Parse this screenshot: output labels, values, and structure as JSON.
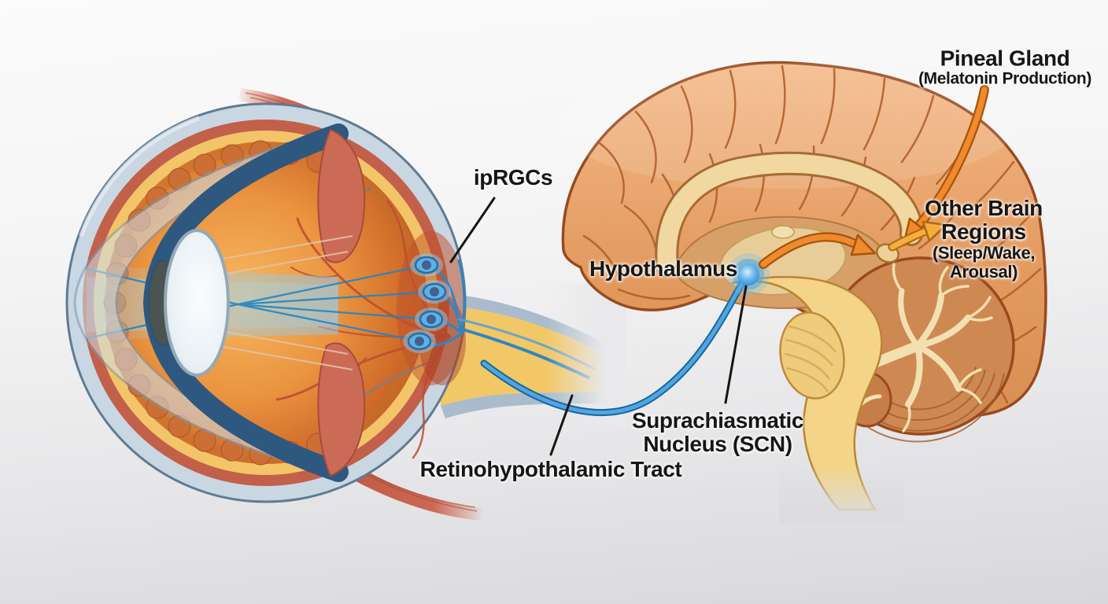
{
  "labels": {
    "iprgcs": {
      "text": "ipRGCs"
    },
    "pineal_gland": {
      "title": "Pineal Gland",
      "subtitle": "(Melatonin Production)"
    },
    "hypothalamus": {
      "text": "Hypothalamus"
    },
    "other_brain_regions": {
      "line1": "Other Brain",
      "line2": "Regions",
      "line3": "(Sleep/Wake,",
      "line4": "Arousal)"
    },
    "scn": {
      "line1": "Suprachiasmatic",
      "line2": "Nucleus (SCN)"
    },
    "rht": {
      "text": "Retinohypothalamic Tract"
    }
  },
  "colors": {
    "label_text": "#161616",
    "pathway_blue": "#4aa0dc",
    "pathway_blue_dark": "#17679f",
    "scn_glow_blue": "#6fbbee",
    "arrow_orange": "#f08a2a",
    "arrow_yellow": "#f6ad3e",
    "cortex_orange": "#eaa973",
    "cortex_outline": "#9a491f",
    "inner_cream": "#f1d7a0",
    "brainstem_yellow": "#f3d488",
    "cerebellum_brown": "#ce8852",
    "sclera_blue_gray": "#c9d7e3",
    "choroid_red": "#c2604a",
    "retina_yellow": "#f4c468",
    "vitreous_orange": "#e68f3c",
    "vessel_red": "#bf4a30",
    "muscle_red": "#c05c47",
    "light_beam_blue": "#9fd0ec",
    "iprgc_cell_blue": "#5fb1e4"
  }
}
